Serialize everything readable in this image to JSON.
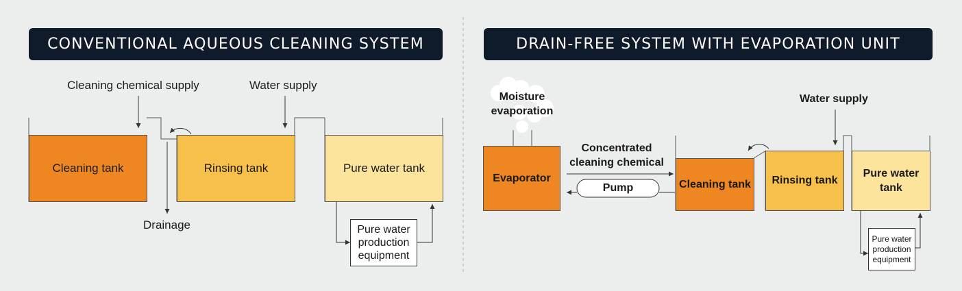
{
  "left": {
    "header": "CONVENTIONAL AQUEOUS CLEANING SYSTEM",
    "chemical_supply": "Cleaning chemical supply",
    "water_supply": "Water supply",
    "cleaning_tank": "Cleaning tank",
    "rinsing_tank": "Rinsing tank",
    "pure_water_tank": "Pure water tank",
    "drainage": "Drainage",
    "equipment": "Pure water production equipment"
  },
  "right": {
    "header": "DRAIN-FREE SYSTEM WITH EVAPORATION UNIT",
    "moisture": "Moisture evaporation",
    "evaporator": "Evaporator",
    "concentrated": "Concentrated cleaning chemical",
    "pump": "Pump",
    "cleaning_tank": "Cleaning tank",
    "rinsing_tank": "Rinsing tank",
    "pure_water_tank": "Pure water tank",
    "water_supply": "Water supply",
    "equipment": "Pure water production equipment"
  },
  "colors": {
    "header_bg": "#0f1b2a",
    "cleaning": "#ee8722",
    "rinsing": "#f7c04b",
    "pure": "#fde49c",
    "line": "#555555"
  }
}
